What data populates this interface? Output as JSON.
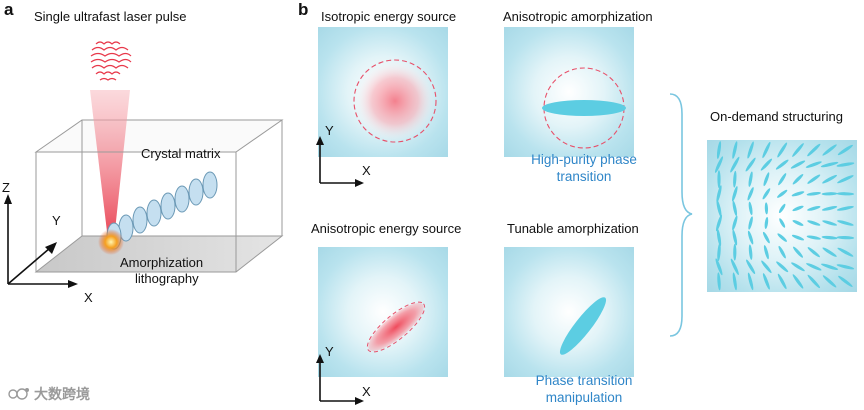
{
  "panel_a": {
    "letter": "a",
    "pulse_label": "Single ultrafast laser pulse",
    "crystal_label": "Crystal matrix",
    "litho_line1": "Amorphization",
    "litho_line2": "lithography",
    "axis_z": "Z",
    "axis_y": "Y",
    "axis_x": "X"
  },
  "panel_b": {
    "letter": "b",
    "iso_title": "Isotropic energy source",
    "aniso_amorph_title": "Anisotropic amorphization",
    "aniso_source_title": "Anisotropic energy source",
    "tunable_title": "Tunable amorphization",
    "on_demand_title": "On-demand structuring",
    "high_purity_line1": "High-purity phase",
    "high_purity_line2": "transition",
    "phase_manip_line1": "Phase transition",
    "phase_manip_line2": "manipulation",
    "axis_y": "Y",
    "axis_x": "X"
  },
  "watermark": "大数跨境",
  "colors": {
    "laser_red": "#e8384a",
    "cyan": "#5ccde2",
    "caption_blue": "#2f86c8",
    "bracket": "#7ac6e0"
  }
}
